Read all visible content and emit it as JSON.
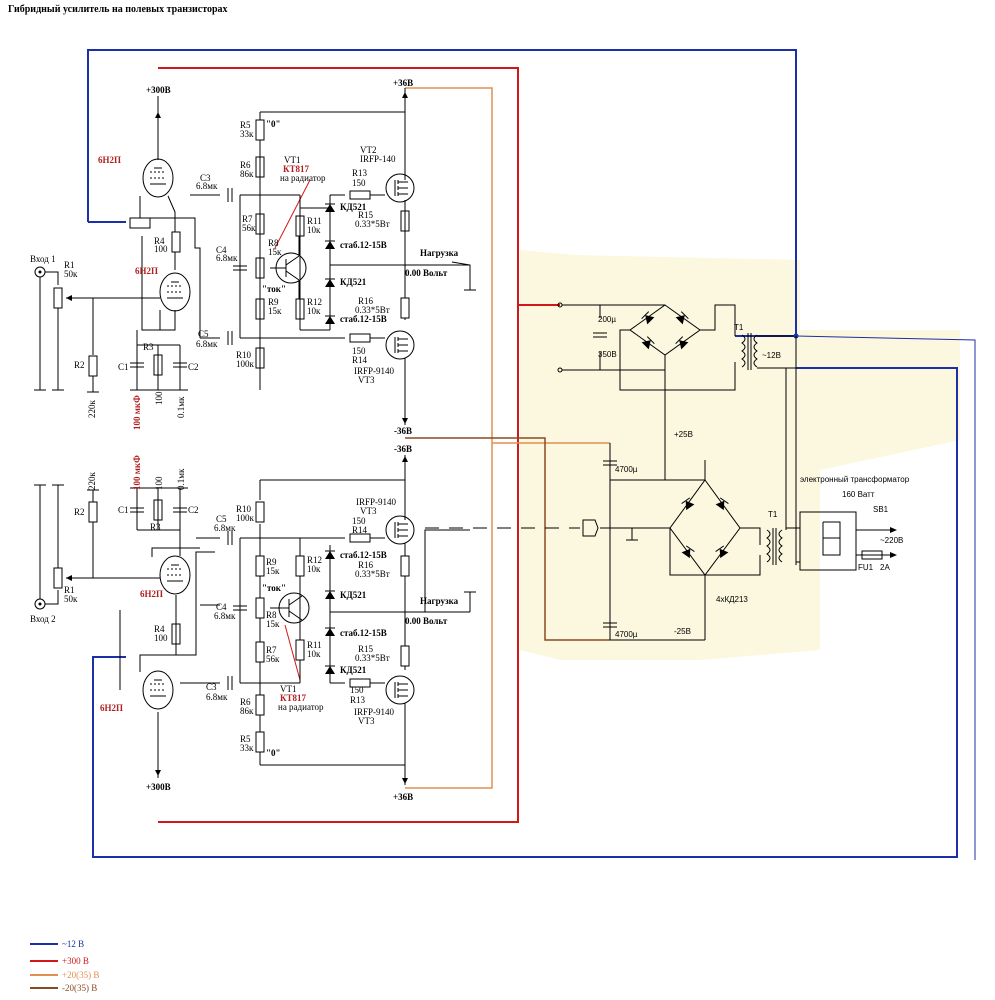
{
  "title": "Гибридный усилитель на полевых транзисторах",
  "colors": {
    "blue": "#1a2fa8",
    "red": "#d01818",
    "orange": "#e09050",
    "brown": "#8a4a20",
    "psu_bg": "#fbf8df"
  },
  "rails": {
    "plus300_top": "+300В",
    "plus300_bot": "+300В",
    "plus36_top": "+36В",
    "plus36_bot": "+36В",
    "minus36_a": "-36В",
    "minus36_b": "-36В",
    "plus25": "+25В",
    "minus25": "-25В"
  },
  "inputs": {
    "in1": "Вход 1",
    "in2": "Вход 2"
  },
  "tubes": {
    "t1": "6Н2П",
    "t2": "6Н2П",
    "t3": "6Н2П",
    "t4": "6Н2П"
  },
  "upper": {
    "r1": "R1",
    "r1v": "50к",
    "r2": "R2",
    "r2v": "220к",
    "r3": "R3",
    "r3v": "100",
    "r4": "R4",
    "r4v": "100",
    "c1": "C1",
    "c1v": "100 мкФ",
    "c2": "C2",
    "c2v": "0.1мк",
    "c3": "C3",
    "c3v": "6.8мк",
    "c4": "C4",
    "c4v": "6.8мк",
    "c5": "C5",
    "c5v": "6.8мк",
    "r5": "R5",
    "r5v": "33к",
    "zero": "\"0\"",
    "r6": "R6",
    "r6v": "86к",
    "r7": "R7",
    "r7v": "56к",
    "r8": "R8",
    "r8v": "15к",
    "tok": "\"ток\"",
    "r9": "R9",
    "r9v": "15к",
    "r10": "R10",
    "r10v": "100к",
    "vt1": "VT1",
    "kt817": "КТ817",
    "radiator": "на радиатор",
    "vt2": "VT2",
    "vt2m": "IRFP-140",
    "r13": "R13",
    "r13v": "150",
    "r14": "R14",
    "r14v": "150",
    "r11": "R11",
    "r11v": "10к",
    "r12": "R12",
    "r12v": "10к",
    "kd1": "КД521",
    "kd2": "КД521",
    "r15": "R15",
    "r15v": "0.33*5Вт",
    "r16": "R16",
    "r16v": "0.33*5Вт",
    "stab1": "стаб.12-15В",
    "stab2": "стаб.12-15В",
    "load": "Нагрузка",
    "volt": "0.00 Вольт",
    "vt3": "VT3",
    "vt3m": "IRFP-9140"
  },
  "lower": {
    "r2": "R2",
    "r2v": "220к",
    "c1": "C1",
    "c1v": "100 мкФ",
    "r3": "R3",
    "r3v": "100",
    "c2": "C2",
    "c2v": "0.1мк",
    "r1": "R1",
    "r1v": "50к",
    "r4": "R4",
    "r4v": "100",
    "r10": "R10",
    "r10v": "100к",
    "c5": "C5",
    "c5v": "6.8мк",
    "c4": "C4",
    "c4v": "6.8мк",
    "c3": "C3",
    "c3v": "6.8мк",
    "r9": "R9",
    "r9v": "15к",
    "r8": "R8",
    "r8v": "15к",
    "tok": "\"ток\"",
    "r7": "R7",
    "r7v": "56к",
    "r6": "R6",
    "r6v": "86к",
    "r5": "R5",
    "r5v": "33к",
    "zero": "\"0\"",
    "vt3": "VT3",
    "vt3m": "IRFP-9140",
    "r14": "R14",
    "r14v": "150",
    "r12": "R12",
    "r12v": "10к",
    "r16": "R16",
    "r16v": "0.33*5Вт",
    "stab1": "стаб.12-15В",
    "kd1": "КД521",
    "load": "Нагрузка",
    "volt": "0.00 Вольт",
    "r11": "R11",
    "r11v": "10к",
    "stab2": "стаб.12-15В",
    "r15": "R15",
    "r15v": "0.33*5Вт",
    "kd2": "КД521",
    "vt1": "VT1",
    "kt817": "КТ817",
    "radiator": "на радиатор",
    "r13": "R13",
    "r13v": "150",
    "vt2m": "IRFP-9140",
    "vt2": "VT3"
  },
  "psu": {
    "c200": "200µ",
    "c350": "350В",
    "t1a": "T1",
    "v12": "~12В",
    "c4700a": "4700µ",
    "c4700b": "4700µ",
    "bridge": "4хКД213",
    "etrans": "электронный трансформатор",
    "watts": "160 Ватт",
    "sb1": "SB1",
    "v220": "~220В",
    "fu1": "FU1",
    "fu1v": "2А",
    "t1b": "T1"
  },
  "legend": [
    {
      "label": "~12 В",
      "color": "#1a2fa8"
    },
    {
      "label": "+300 В",
      "color": "#d01818"
    },
    {
      "label": "+20(35) В",
      "color": "#e09050"
    },
    {
      "label": "-20(35) В",
      "color": "#8a4a20"
    }
  ]
}
